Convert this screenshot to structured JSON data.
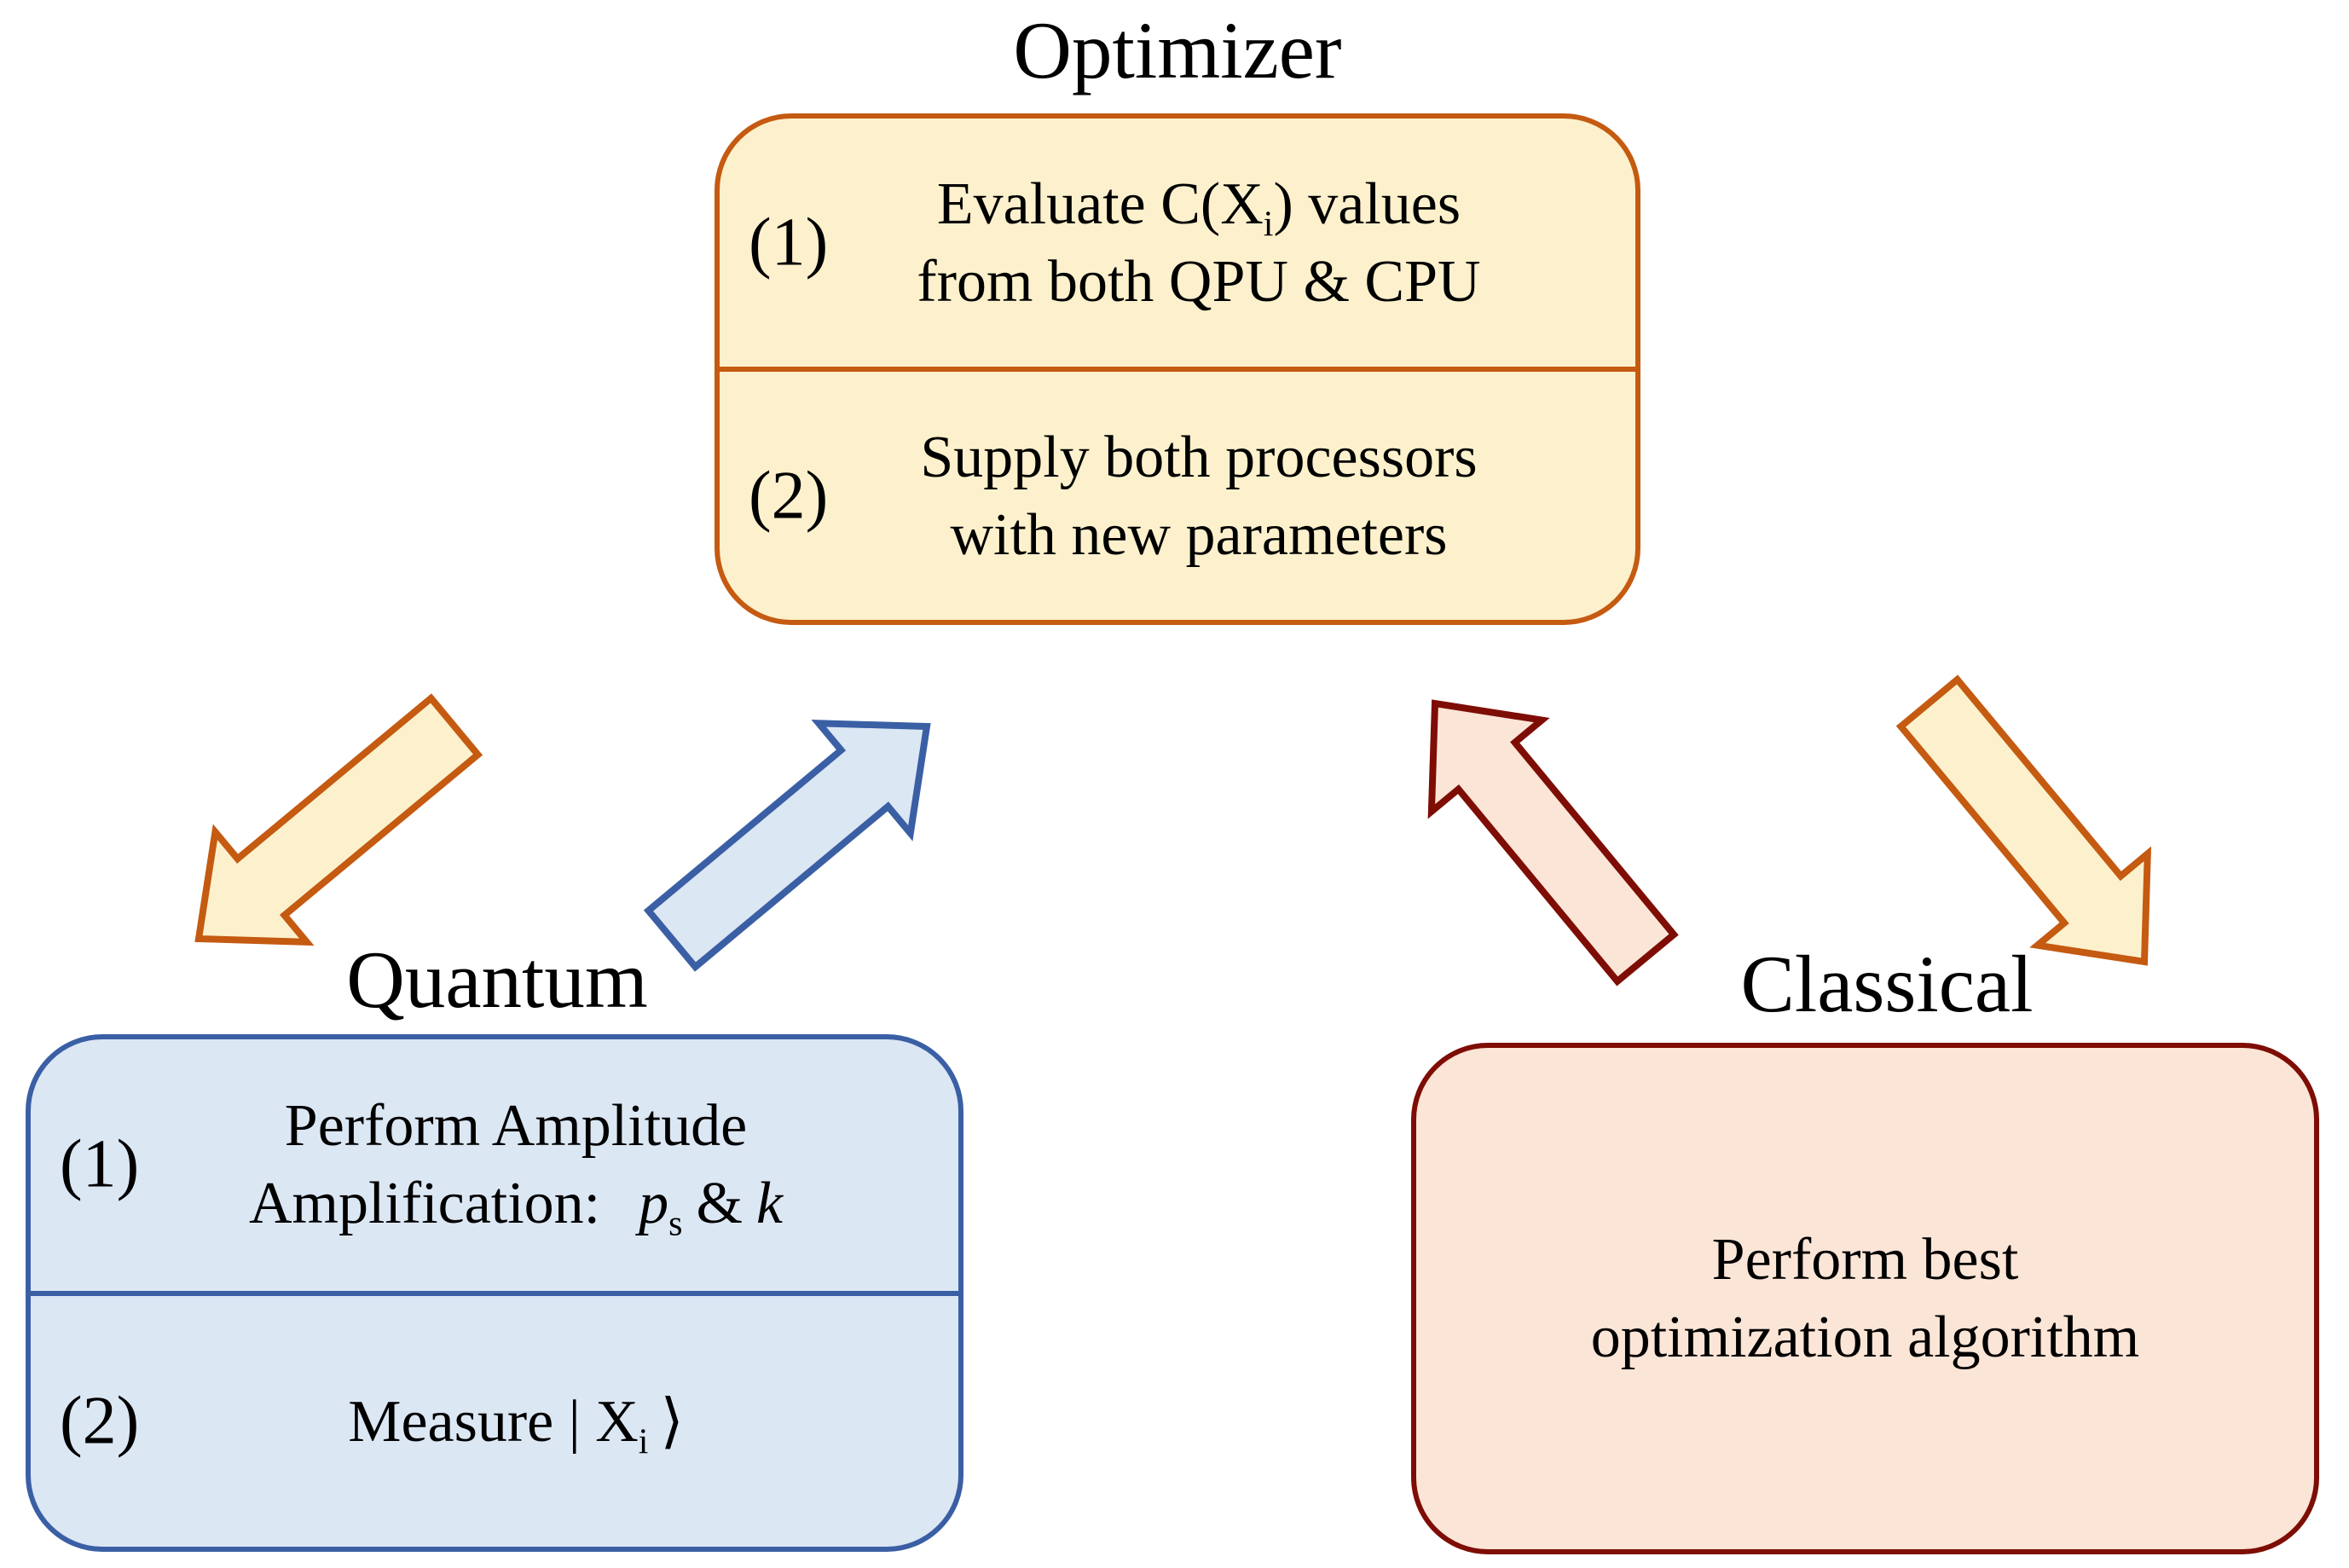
{
  "colors": {
    "background": "#FFFFFF",
    "text": "#000000",
    "cream-fill": "#FCF1CC",
    "orange-border": "#C55A11",
    "blue-fill": "#DCE7F4",
    "blue-border": "#3A5FA4",
    "pink-fill": "#FBE5D6",
    "darkred-border": "#7E0D05"
  },
  "optimizer": {
    "title": "Optimizer",
    "row1": {
      "num": "(1)",
      "line1_pre": "Evaluate C(X",
      "line1_sub": "i",
      "line1_post": ") values",
      "line2": "from both QPU & CPU"
    },
    "row2": {
      "num": "(2)",
      "line1": "Supply both processors",
      "line2": "with new parameters"
    }
  },
  "quantum": {
    "title": "Quantum",
    "row1": {
      "num": "(1)",
      "line1": "Perform Amplitude",
      "line2_label": "Amplification:",
      "p": "p",
      "p_sub": "s",
      "amp": "&",
      "k": "k"
    },
    "row2": {
      "num": "(2)",
      "pre": "Measure | X",
      "sub": "i",
      "ket": "⟩"
    }
  },
  "classical": {
    "title": "Classical",
    "line1": "Perform best",
    "line2": "optimization algorithm"
  },
  "arrows": {
    "optimizer_to_quantum": {
      "direction": "down-left",
      "fill": "#FCF1CC",
      "stroke": "#C55A11"
    },
    "quantum_to_optimizer": {
      "direction": "up-right",
      "fill": "#DCE7F4",
      "stroke": "#3A5FA4"
    },
    "classical_to_optimizer": {
      "direction": "up-left",
      "fill": "#FBE5D6",
      "stroke": "#7E0D05"
    },
    "optimizer_to_classical": {
      "direction": "down-right",
      "fill": "#FCF1CC",
      "stroke": "#C55A11"
    }
  }
}
